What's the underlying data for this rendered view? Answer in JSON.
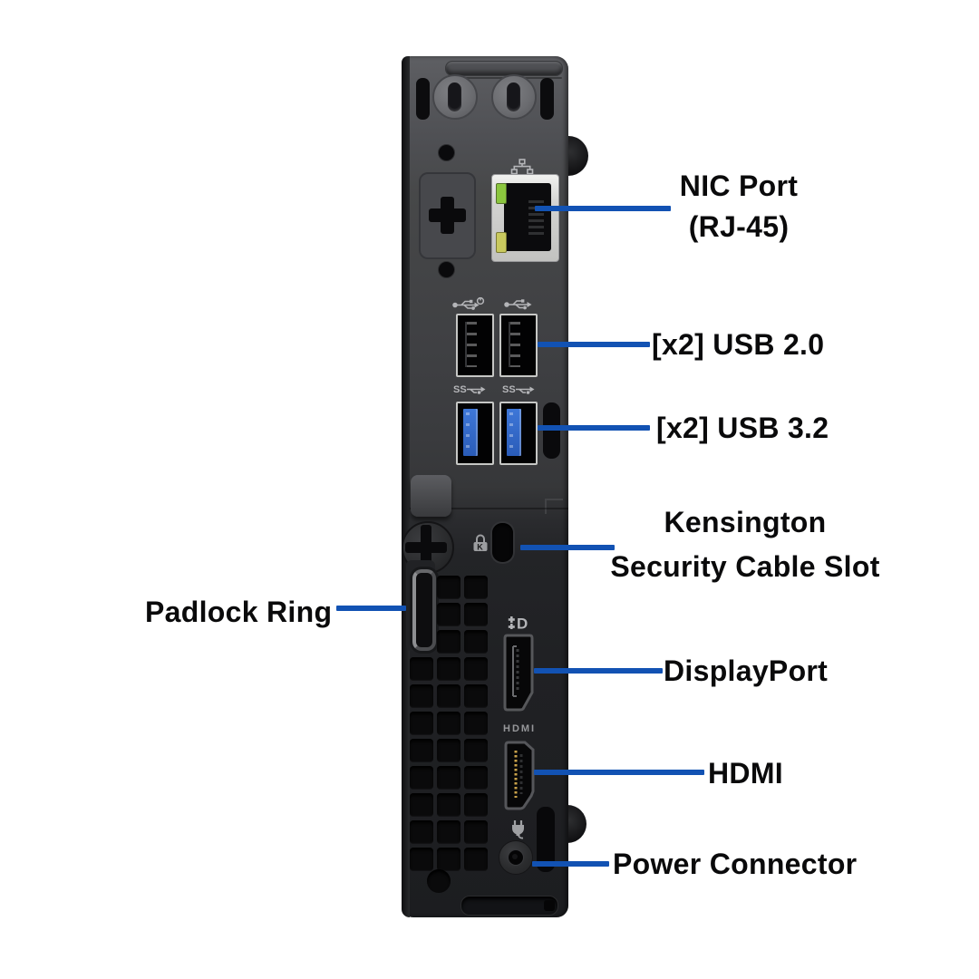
{
  "page": {
    "background": "#ffffff",
    "accent_color": "#1252b3",
    "label_color": "#0a0a0b"
  },
  "callouts": {
    "nic": {
      "line1": "NIC Port",
      "line2": "(RJ-45)"
    },
    "usb2": {
      "text": "[x2] USB 2.0"
    },
    "usb3": {
      "text": "[x2] USB 3.2"
    },
    "kensington": {
      "line1": "Kensington",
      "line2": "Security Cable Slot"
    },
    "padlock": {
      "text": "Padlock Ring"
    },
    "displayport": {
      "text": "DisplayPort"
    },
    "hdmi": {
      "text": "HDMI"
    },
    "power": {
      "text": "Power Connector"
    }
  },
  "device": {
    "hdmi_logo": "HDMI",
    "displayport_logo": "D",
    "usb3_logo": "SS",
    "kensington_logo": "K",
    "led_colors": {
      "link": "#8bc63e",
      "activity": "#c9c95e"
    },
    "usb3_tongue_color": "#2f64c8",
    "icons": {
      "ethernet": "lan-icon",
      "usb2_left": "usb-power-icon",
      "usb2_right": "usb-icon",
      "usb3_left": "usb-superspeed-icon",
      "usb3_right": "usb-superspeed-icon",
      "kensington": "kensington-lock-icon",
      "displayport": "displayport-icon",
      "power": "power-plug-icon"
    }
  }
}
